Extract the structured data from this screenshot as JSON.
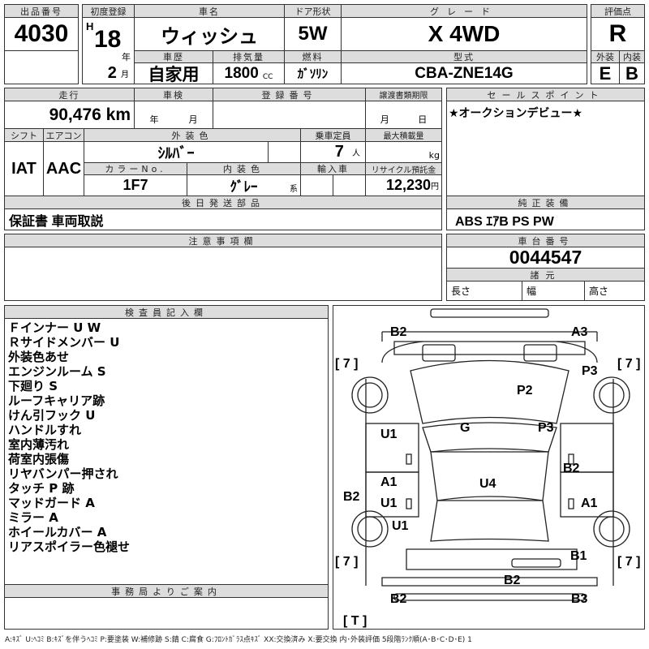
{
  "header": {
    "lot_no_label": "出品番号",
    "lot_no": "4030",
    "first_reg_label": "初度登録",
    "era": "H",
    "year": "18",
    "year_unit": "年",
    "month": "2",
    "month_unit": "月",
    "car_name_label": "車名",
    "car_name": "ウィッシュ",
    "door_label": "ドア形状",
    "door": "5W",
    "grade_label": "グレード",
    "grade": "X 4WD",
    "score_label": "評価点",
    "score": "R",
    "history_label": "車歴",
    "history": "自家用",
    "displacement_label": "排気量",
    "displacement": "1800",
    "displacement_unit": "CC",
    "fuel_label": "燃料",
    "fuel": "ｶﾞｿﾘﾝ",
    "model_label": "型式",
    "model": "CBA-ZNE14G",
    "ext_label": "外装",
    "int_label": "内装",
    "ext_grade": "E",
    "int_grade": "B"
  },
  "details": {
    "mileage_label": "走行",
    "mileage": "90,476 km",
    "inspection_label": "車検",
    "insp_year_unit": "年",
    "insp_month_unit": "月",
    "reg_no_label": "登録番号",
    "transfer_label": "譲渡書類期限",
    "transfer_month_unit": "月",
    "transfer_day_unit": "日",
    "shift_label": "シフト",
    "shift": "IAT",
    "ac_label": "エアコン",
    "ac": "AAC",
    "color_label": "外装色",
    "color": "ｼﾙﾊﾞｰ",
    "capacity_label": "乗車定員",
    "capacity": "7",
    "capacity_unit": "人",
    "load_label": "最大積載量",
    "load_unit": "kg",
    "color_no_label": "カラーNo.",
    "color_no": "1F7",
    "interior_color_label": "内装色",
    "interior_color": "ｸﾞﾚｰ",
    "interior_color_suffix": "系",
    "import_label": "輸入車",
    "recycle_label": "リサイクル預託金",
    "recycle": "12,230",
    "recycle_unit": "円",
    "later_parts_label": "後日発送部品",
    "later_parts": "保証書 車両取説"
  },
  "sales": {
    "label": "セールスポイント",
    "text": "★オークションデビュー★",
    "equipment_label": "純正装備",
    "equipment": "ABS ｴｱB PS PW"
  },
  "caution": {
    "label": "注意事項欄"
  },
  "chassis": {
    "label": "車台番号",
    "number": "0044547",
    "spec_label": "諸元",
    "length_label": "長さ",
    "width_label": "幅",
    "height_label": "高さ"
  },
  "inspector": {
    "label": "検査員記入欄",
    "notes": [
      "Ｆインナー U W",
      "Ｒサイドメンバー U",
      "外装色あせ",
      "エンジンルーム S",
      "下廻り S",
      "ルーフキャリア跡",
      "けん引フック U",
      "ハンドルすれ",
      "室内薄汚れ",
      "荷室内張傷",
      "リヤバンパー押され",
      "タッチ P 跡",
      "マッドガード A",
      "ミラー A",
      "ホイールカバー A",
      "リアスポイラー色褪せ"
    ]
  },
  "office": {
    "label": "事務局よりご案内"
  },
  "diagram": {
    "marks": [
      "B2",
      "A3",
      "[ 7 ]",
      "[ 7 ]",
      "P3",
      "P2",
      "U1",
      "G",
      "P3",
      "B2",
      "A1",
      "U4",
      "B2",
      "U1",
      "A1",
      "U1",
      "[ 7 ]",
      "[ 7 ]",
      "B1",
      "B2",
      "B2",
      "B3",
      "[ T ]"
    ]
  },
  "legend": "A:ｷｽﾞ U:ﾍｺﾐ B:ｷｽﾞを伴うﾍｺﾐ P:要塗装 W:補修跡 S:錆 C:腐食 G:ﾌﾛﾝﾄｶﾞﾗｽ点ｷｽﾞ XX:交換済み X:要交換 内･外装評価 5段階ﾗﾝｸ順(A･B･C･D･E) 1"
}
